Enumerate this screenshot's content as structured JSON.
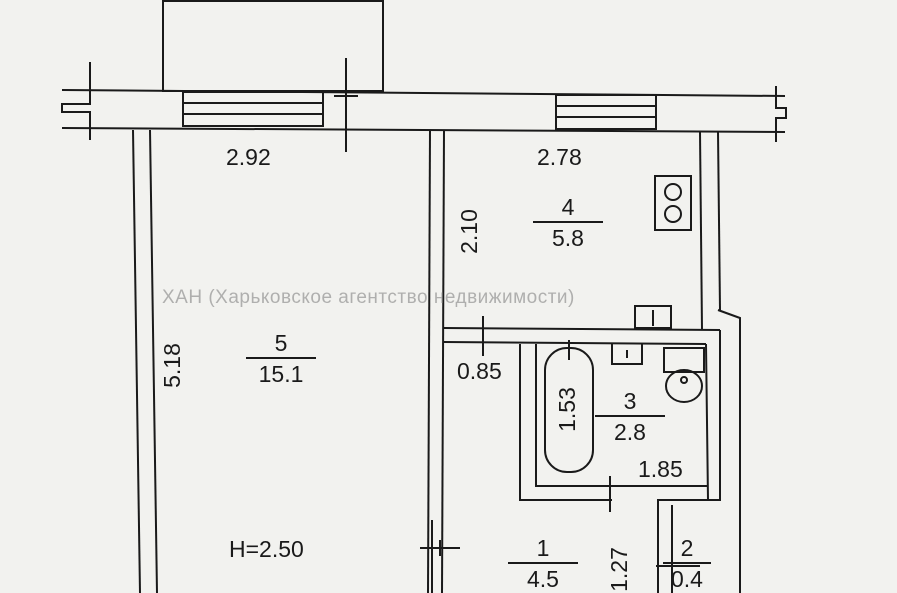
{
  "watermark": "ХАН (Харьковское агентство недвижимости)",
  "dimensions": {
    "room5_width": "2.92",
    "room4_width": "2.78",
    "room4_depth": "2.10",
    "room5_depth": "5.18",
    "wall_offset": "0.85",
    "bath_depth": "1.53",
    "bath_width": "1.85",
    "hall_width": "1.27",
    "ceiling_height": "H=2.50"
  },
  "rooms": [
    {
      "number": "5",
      "area": "15.1"
    },
    {
      "number": "4",
      "area": "5.8"
    },
    {
      "number": "3",
      "area": "2.8"
    },
    {
      "number": "1",
      "area": "4.5"
    },
    {
      "number": "2",
      "area": "0.4"
    }
  ],
  "colors": {
    "paper": "#f2f2ef",
    "ink": "#1a1a1a",
    "watermark": "#8a8a8a"
  }
}
